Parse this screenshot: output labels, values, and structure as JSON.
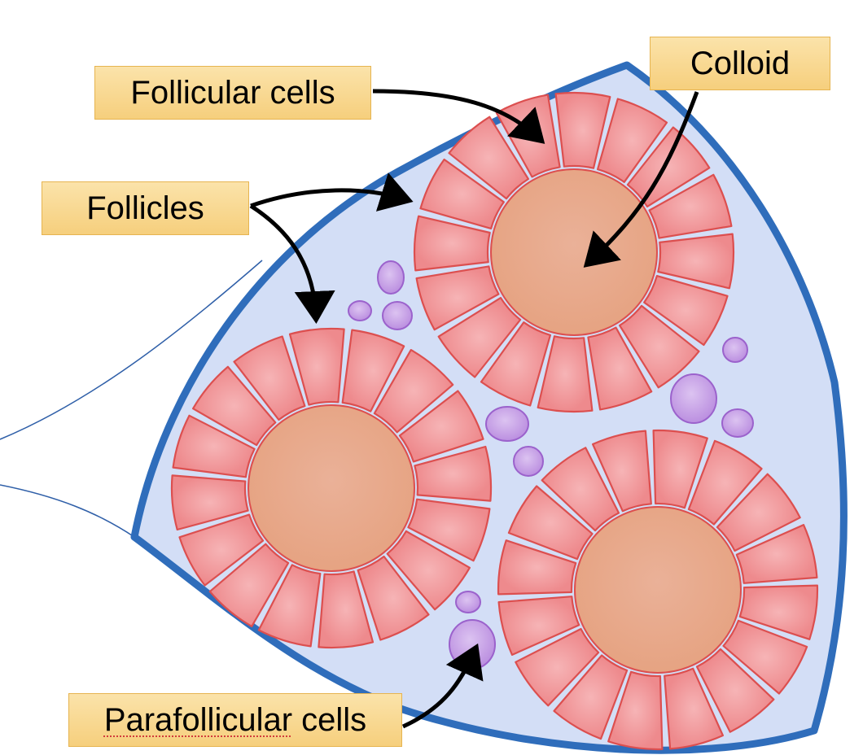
{
  "labels": {
    "follicular_cells": "Follicular cells",
    "colloid": "Colloid",
    "follicles": "Follicles",
    "parafollicular_word": "Parafollicular",
    "parafollicular_suffix": " cells"
  },
  "colors": {
    "lobe_fill": "#d3def6",
    "lobe_outline": "#2f6dbb",
    "cell_fill": "#ee8f92",
    "cell_stroke": "#dc4f4f",
    "colloid_fill": "#e9ad8f",
    "parafollicular_fill": "#c9a5e6",
    "parafollicular_stroke": "#9b62cc",
    "arrow": "#000000",
    "label_fill": "#f8d98f"
  }
}
